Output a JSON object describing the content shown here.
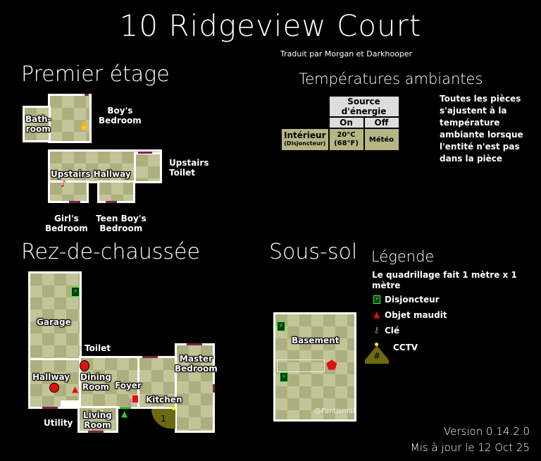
{
  "title": "10 Ridgeview Court",
  "credit": "Traduit par Morgan et Darkhooper",
  "floors": {
    "upstairs": {
      "heading": "Premier étage",
      "rooms": {
        "bathroom": "Bath-\nroom",
        "boys_bedroom": "Boy's\nBedroom",
        "hallway": "Upstairs Hallway",
        "toilet": "Upstairs\nToilet",
        "girls_bedroom": "Girl's\nBedroom",
        "teen_bedroom": "Teen Boy's\nBedroom"
      }
    },
    "ground": {
      "heading": "Rez-de-chaussée",
      "rooms": {
        "garage": "Garage",
        "toilet": "Toilet",
        "hallway": "Hallway",
        "dining": "Dining\nRoom",
        "foyer": "Foyer",
        "kitchen": "Kitchen",
        "master": "Master\nBedroom",
        "utility": "Utility",
        "living": "Living\nRoom"
      },
      "cctv_number": "1"
    },
    "basement": {
      "heading": "Sous-sol",
      "rooms": {
        "basement": "Basement"
      },
      "watermark": "@Fantismal"
    }
  },
  "temperatures": {
    "heading": "Températures ambiantes",
    "power_source": "Source d'énergie",
    "on": "On",
    "off": "Off",
    "row_label": "Intérieur",
    "row_sublabel": "(Disjoncteur)",
    "on_value": "20°C\n(68°F)",
    "off_value": "Météo",
    "note": "Toutes les pièces s'ajustent à la température ambiante lorsque l'entité n'est pas dans la pièce"
  },
  "legend": {
    "heading": "Légende",
    "grid_note": "Le quadrillage fait 1 mètre x 1 mètre",
    "items": [
      {
        "label": "Disjoncteur",
        "icon": "breaker-icon"
      },
      {
        "label": "Objet maudit",
        "icon": "cursed-object-icon"
      },
      {
        "label": "Clé",
        "icon": "key-icon"
      },
      {
        "label": "CCTV",
        "icon": "cctv-icon"
      }
    ],
    "cctv_symbol": "#"
  },
  "version": "Version 0.14.2.0",
  "updated": "Mis à jour le 12 Oct 25",
  "colors": {
    "floor": "#b5b684",
    "door": "#7a2450",
    "breaker": "#33ff33",
    "cursed": "#e01010",
    "key": "#b060b0",
    "cctv": "#6b6a10"
  }
}
